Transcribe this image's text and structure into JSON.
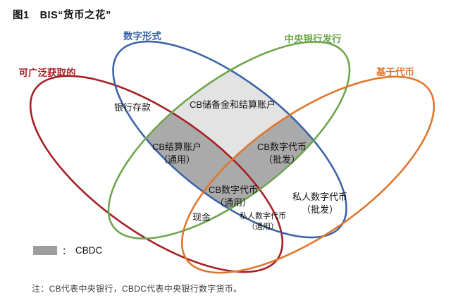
{
  "title": "图1　BIS“货币之花”",
  "diagram": {
    "type": "venn-4-ellipse",
    "ellipse_labels": {
      "digital": "数字形式",
      "central_bank_issued": "中央银行发行",
      "widely_accessible": "可广泛获取的",
      "token_based": "基于代币"
    },
    "region_labels": {
      "bank_deposits": "银行存款",
      "cb_reserves": "CB储备金和结算账户",
      "cb_settlement_accounts": "CB结算账户",
      "cb_settlement_accounts_sub": "（通用）",
      "cb_digital_tokens_wholesale": "CB数字代币",
      "cb_digital_tokens_wholesale_sub": "（批发）",
      "cb_digital_tokens_general": "CB数字代币",
      "cb_digital_tokens_general_sub": "（通用）",
      "private_digital_tokens_wholesale": "私人数字代币",
      "private_digital_tokens_wholesale_sub": "（批发）",
      "cash": "现金",
      "private_digital_tokens_general": "私人数字代币",
      "private_digital_tokens_general_sub": "（通用）"
    },
    "colors": {
      "digital_ellipse": "#3c63a7",
      "central_bank_issued_ellipse": "#6ea64d",
      "widely_accessible_ellipse": "#a62024",
      "token_based_ellipse": "#e0762e",
      "cbdc_region_fill": "#aaaaaa",
      "cb_reserves_region_fill": "#e3e3e3"
    }
  },
  "legend": {
    "separator": "：",
    "label": "CBDC",
    "swatch_color": "#9d9d9d"
  },
  "note": "注：CB代表中央银行，CBDC代表中央银行数字货币。"
}
